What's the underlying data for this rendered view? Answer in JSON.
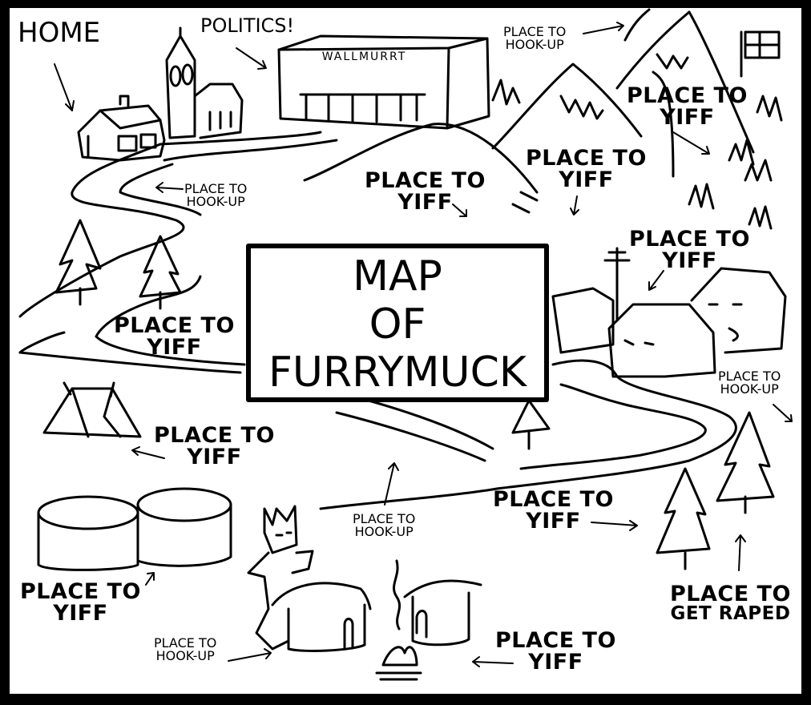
{
  "map": {
    "title_lines": [
      "MAP",
      "OF",
      "FURRYMUCK"
    ],
    "store_sign": "WALLMURRT",
    "labels": {
      "home": "HOME",
      "politics": "POLITICS!",
      "hookup_top_right": [
        "PLACE TO",
        "HOOK-UP"
      ],
      "yiff_mountain_right": [
        "PLACE TO",
        "YIFF"
      ],
      "yiff_mountain_center": [
        "PLACE TO",
        "YIFF"
      ],
      "yiff_hill": [
        "PLACE TO",
        "YIFF"
      ],
      "hookup_road_left": [
        "PLACE TO",
        "HOOK-UP"
      ],
      "yiff_houses": [
        "PLACE TO",
        "YIFF"
      ],
      "yiff_forest_left": [
        "PLACE TO",
        "YIFF"
      ],
      "hookup_right_edge": [
        "PLACE TO",
        "HOOK-UP"
      ],
      "yiff_tent": [
        "PLACE TO",
        "YIFF"
      ],
      "hookup_center": [
        "PLACE TO",
        "HOOK-UP"
      ],
      "yiff_road_bottom": [
        "PLACE TO",
        "YIFF"
      ],
      "yiff_pools": [
        "PLACE TO",
        "YIFF"
      ],
      "raped_forest": [
        "PLACE TO",
        "GET RAPED"
      ],
      "hookup_bottom_left": [
        "PLACE TO",
        "HOOK-UP"
      ],
      "yiff_huts": [
        "PLACE TO",
        "YIFF"
      ]
    }
  }
}
